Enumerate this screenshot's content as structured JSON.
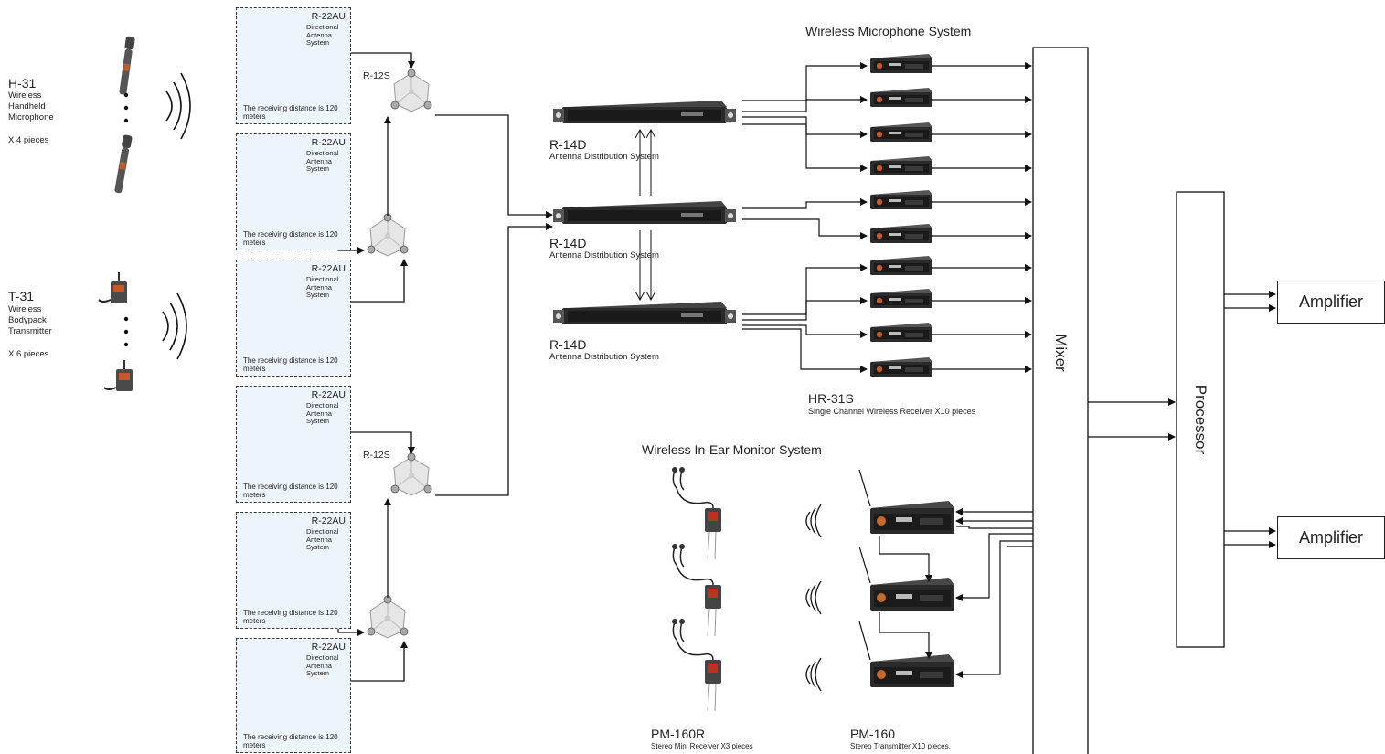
{
  "title_mic_system": "Wireless Microphone System",
  "title_iem_system": "Wireless In-Ear Monitor System",
  "h31": {
    "model": "H-31",
    "desc": [
      "Wireless",
      "Handheld",
      "Microphone"
    ],
    "qty": "X 4 pieces"
  },
  "t31": {
    "model": "T-31",
    "desc": [
      "Wireless",
      "Bodypack",
      "Transmitter"
    ],
    "qty": "X 6 pieces"
  },
  "antenna": {
    "model": "R-22AU",
    "desc": [
      "Directional",
      "Antenna",
      "System"
    ],
    "distance": "The receiving distance is 120 meters"
  },
  "splitter": {
    "model": "R-12S"
  },
  "distribution": {
    "model": "R-14D",
    "desc": "Antenna Distribution System"
  },
  "receivers": {
    "model": "HR-31S",
    "desc": "Single Channel Wireless Receiver X10 pieces"
  },
  "iem_receiver": {
    "model": "PM-160R",
    "desc": "Stereo Mini Receiver X3 pieces"
  },
  "iem_transmitter": {
    "model": "PM-160",
    "desc": "Stereo Transmitter  X10 pieces."
  },
  "mixer": "Mixer",
  "processor": "Processor",
  "amplifier_1": "Amplifier",
  "amplifier_2": "Amplifier"
}
